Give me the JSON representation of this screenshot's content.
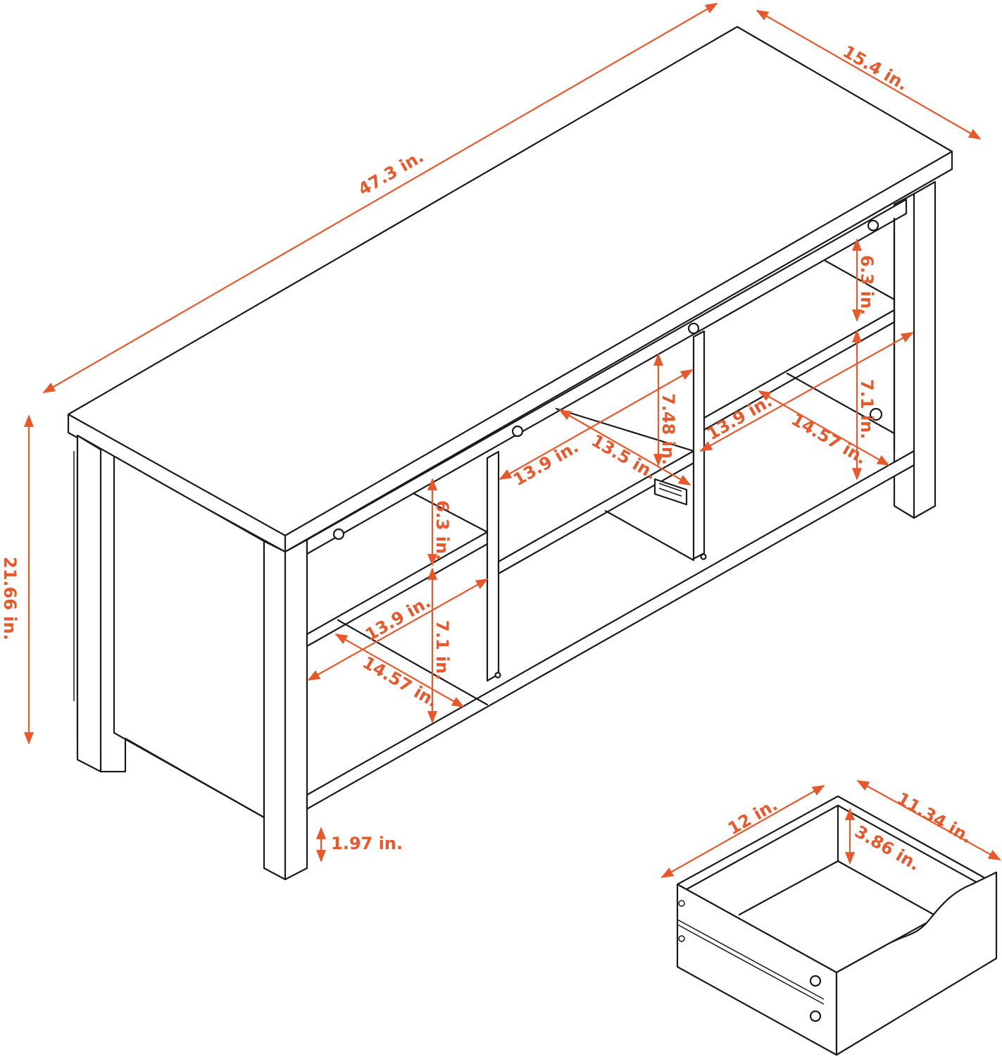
{
  "colors": {
    "line": "#1a1a1a",
    "dimension": "#e8582b",
    "background": "#ffffff"
  },
  "dimensions": {
    "width": "47.3 in.",
    "depth": "15.4 in.",
    "height": "21.66 in.",
    "leg_clearance": "1.97 in.",
    "left_upper_shelf_height": "6.3 in.",
    "left_lower_shelf_height": "7.1 in.",
    "left_shelf_depth": "13.9 in.",
    "left_shelf_width": "14.57 in.",
    "center_width": "13.5 in.",
    "center_depth": "13.9 in.",
    "center_height": "7.48 in.",
    "right_upper_shelf_height": "6.3 in.",
    "right_lower_shelf_height": "7.1 in.",
    "right_shelf_depth": "13.9 in.",
    "right_shelf_width": "14.57 in."
  },
  "drawer": {
    "width": "12 in.",
    "depth": "11.34 in.",
    "height": "3.86 in."
  }
}
